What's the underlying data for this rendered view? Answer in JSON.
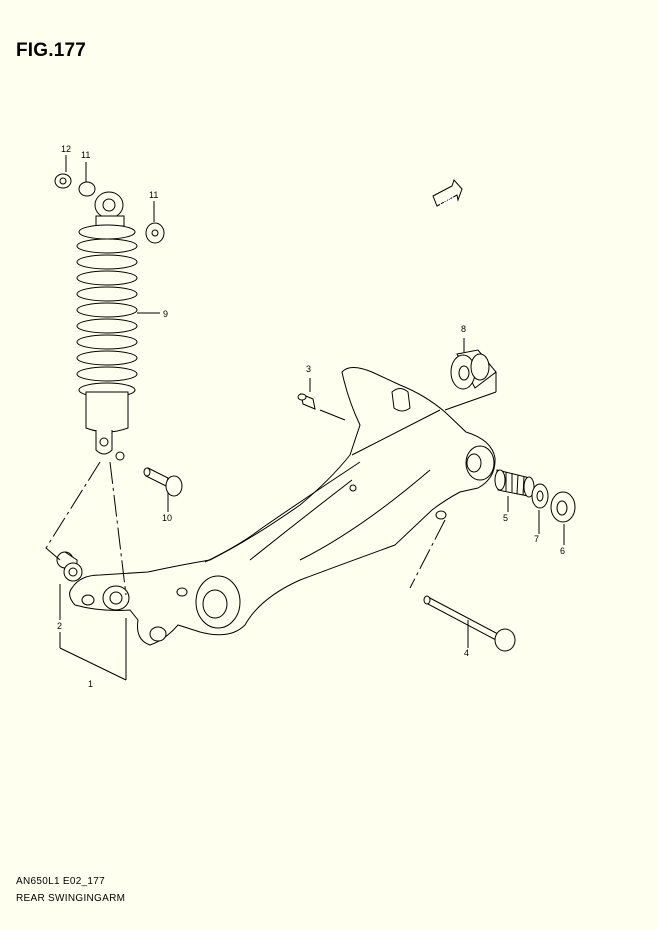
{
  "figure": {
    "title": "FIG.177",
    "model_code": "AN650L1 E02_177",
    "part_name": "REAR SWINGINGARM",
    "fwd_label": "FWD"
  },
  "callouts": [
    {
      "id": "c1",
      "label": "1"
    },
    {
      "id": "c2",
      "label": "2"
    },
    {
      "id": "c3",
      "label": "3"
    },
    {
      "id": "c4",
      "label": "4"
    },
    {
      "id": "c5",
      "label": "5"
    },
    {
      "id": "c6",
      "label": "6"
    },
    {
      "id": "c7",
      "label": "7"
    },
    {
      "id": "c8",
      "label": "8"
    },
    {
      "id": "c9",
      "label": "9"
    },
    {
      "id": "c10",
      "label": "10"
    },
    {
      "id": "c11a",
      "label": "11"
    },
    {
      "id": "c11b",
      "label": "11"
    },
    {
      "id": "c12",
      "label": "12"
    }
  ],
  "colors": {
    "background": "#fffff0",
    "line": "#000000"
  }
}
